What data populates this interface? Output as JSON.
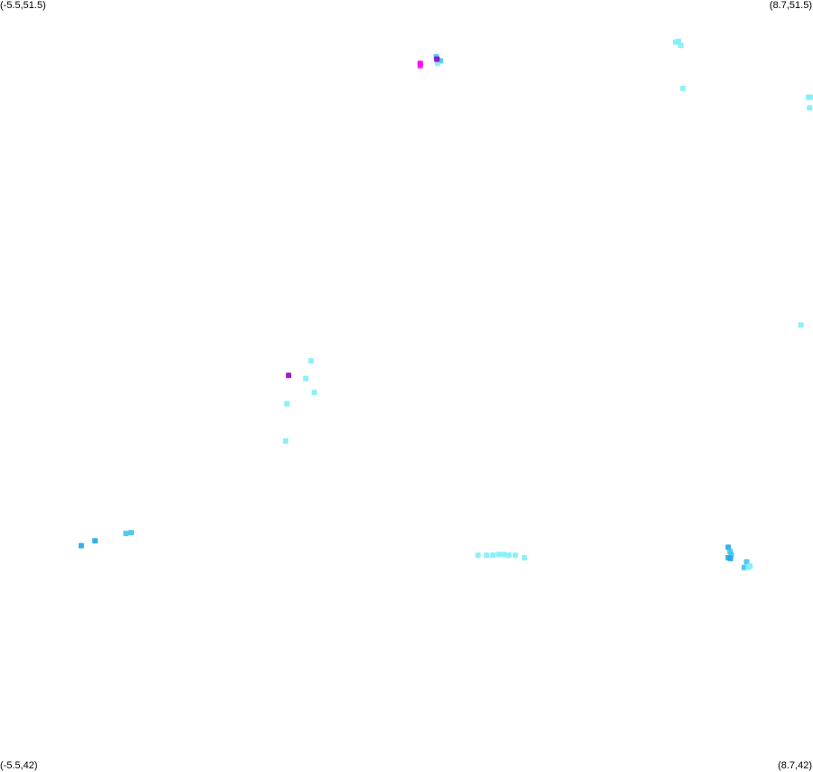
{
  "map": {
    "corner_labels": {
      "top_left": "(-5.5,51.5)",
      "top_right": "(8.7,51.5)",
      "bottom_left": "(-5.5,42)",
      "bottom_right": "(8.7,42)"
    },
    "bounds": {
      "lon_min": -5.5,
      "lon_max": 8.7,
      "lat_min": 42,
      "lat_max": 51.5
    },
    "colors": {
      "cyan": "#7ef0f8",
      "light_blue": "#3ec4f0",
      "blue": "#1ea8e8",
      "magenta": "#ff00ff",
      "purple": "#9a00c8"
    }
  },
  "chart_data": {
    "type": "scatter",
    "x_label_unit": "longitude",
    "y_label_unit": "latitude",
    "xlim": [
      -5.5,
      8.7
    ],
    "ylim": [
      42,
      51.5
    ],
    "grid": false,
    "points": [
      {
        "lon": 6.3,
        "lat": 50.98,
        "color": "cyan"
      },
      {
        "lon": 6.35,
        "lat": 50.99,
        "color": "cyan"
      },
      {
        "lon": 6.39,
        "lat": 50.94,
        "color": "cyan"
      },
      {
        "lon": 6.43,
        "lat": 50.41,
        "color": "cyan"
      },
      {
        "lon": 8.67,
        "lat": 50.3,
        "color": "cyan"
      },
      {
        "lon": 8.62,
        "lat": 50.3,
        "color": "cyan"
      },
      {
        "lon": 8.64,
        "lat": 50.17,
        "color": "cyan"
      },
      {
        "lon": 8.49,
        "lat": 47.49,
        "color": "cyan"
      },
      {
        "lon": 2.12,
        "lat": 50.8,
        "color": "light_blue"
      },
      {
        "lon": 2.19,
        "lat": 50.75,
        "color": "light_blue"
      },
      {
        "lon": 2.14,
        "lat": 50.72,
        "color": "cyan"
      },
      {
        "lon": 2.13,
        "lat": 50.77,
        "color": "purple"
      },
      {
        "lon": 1.84,
        "lat": 50.72,
        "color": "magenta"
      },
      {
        "lon": 1.84,
        "lat": 50.69,
        "color": "magenta"
      },
      {
        "lon": -0.07,
        "lat": 47.05,
        "color": "cyan"
      },
      {
        "lon": -0.16,
        "lat": 46.83,
        "color": "cyan"
      },
      {
        "lon": -0.01,
        "lat": 46.66,
        "color": "cyan"
      },
      {
        "lon": -0.49,
        "lat": 46.52,
        "color": "cyan"
      },
      {
        "lon": -0.51,
        "lat": 46.06,
        "color": "cyan"
      },
      {
        "lon": -0.46,
        "lat": 46.87,
        "color": "purple"
      },
      {
        "lon": -4.08,
        "lat": 44.77,
        "color": "blue"
      },
      {
        "lon": -3.84,
        "lat": 44.83,
        "color": "blue"
      },
      {
        "lon": -3.3,
        "lat": 44.92,
        "color": "light_blue"
      },
      {
        "lon": -3.21,
        "lat": 44.93,
        "color": "light_blue"
      },
      {
        "lon": 2.85,
        "lat": 44.65,
        "color": "cyan"
      },
      {
        "lon": 3.0,
        "lat": 44.65,
        "color": "cyan"
      },
      {
        "lon": 3.11,
        "lat": 44.65,
        "color": "cyan"
      },
      {
        "lon": 3.21,
        "lat": 44.66,
        "color": "cyan"
      },
      {
        "lon": 3.3,
        "lat": 44.66,
        "color": "cyan"
      },
      {
        "lon": 3.39,
        "lat": 44.65,
        "color": "cyan"
      },
      {
        "lon": 3.5,
        "lat": 44.65,
        "color": "cyan"
      },
      {
        "lon": 3.66,
        "lat": 44.62,
        "color": "cyan"
      },
      {
        "lon": 7.22,
        "lat": 44.75,
        "color": "blue"
      },
      {
        "lon": 7.25,
        "lat": 44.7,
        "color": "light_blue"
      },
      {
        "lon": 7.27,
        "lat": 44.66,
        "color": "light_blue"
      },
      {
        "lon": 7.22,
        "lat": 44.62,
        "color": "blue"
      },
      {
        "lon": 7.26,
        "lat": 44.61,
        "color": "blue"
      },
      {
        "lon": 7.54,
        "lat": 44.57,
        "color": "light_blue"
      },
      {
        "lon": 7.6,
        "lat": 44.52,
        "color": "cyan"
      },
      {
        "lon": 7.5,
        "lat": 44.5,
        "color": "light_blue"
      },
      {
        "lon": 7.57,
        "lat": 44.5,
        "color": "cyan"
      }
    ]
  }
}
